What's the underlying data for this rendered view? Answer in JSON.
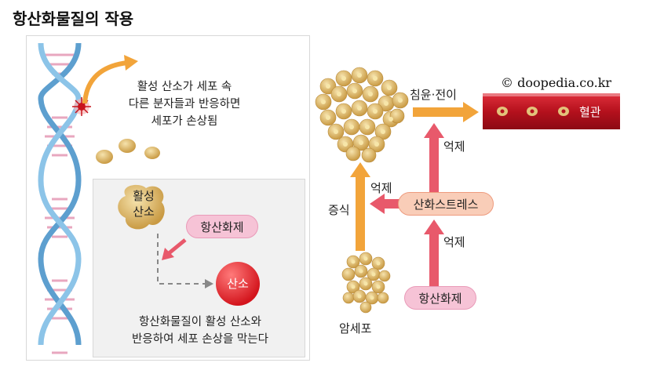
{
  "title": "항산화물질의 작용",
  "left": {
    "caption_lines": [
      "활성 산소가 세포 속",
      "다른 분자들과 반응하면",
      "세포가 손상됨"
    ],
    "active_oxygen_lines": [
      "활성",
      "산소"
    ],
    "antioxidant": "항산화제",
    "oxygen": "산소",
    "bottom_lines": [
      "항산화물질이 활성 산소와",
      "반응하여 세포 손상을 막는다"
    ]
  },
  "right": {
    "copyright": "© doopedia.co.kr",
    "invasion": "침윤·전이",
    "blood_vessel": "혈관",
    "suppress_top": "억제",
    "suppress_left": "억제",
    "suppress_bottom": "억제",
    "proliferation": "증식",
    "oxidative_stress": "산화스트레스",
    "antioxidant": "항산화제",
    "cancer_cell": "암세포"
  },
  "colors": {
    "orange_arrow": "#f2a43a",
    "red_arrow": "#e8596b",
    "vessel": "#c5182a",
    "cell": "#e3c27a",
    "dna_blue": "#6fb0dc",
    "dna_pink": "#e8a7bf"
  }
}
